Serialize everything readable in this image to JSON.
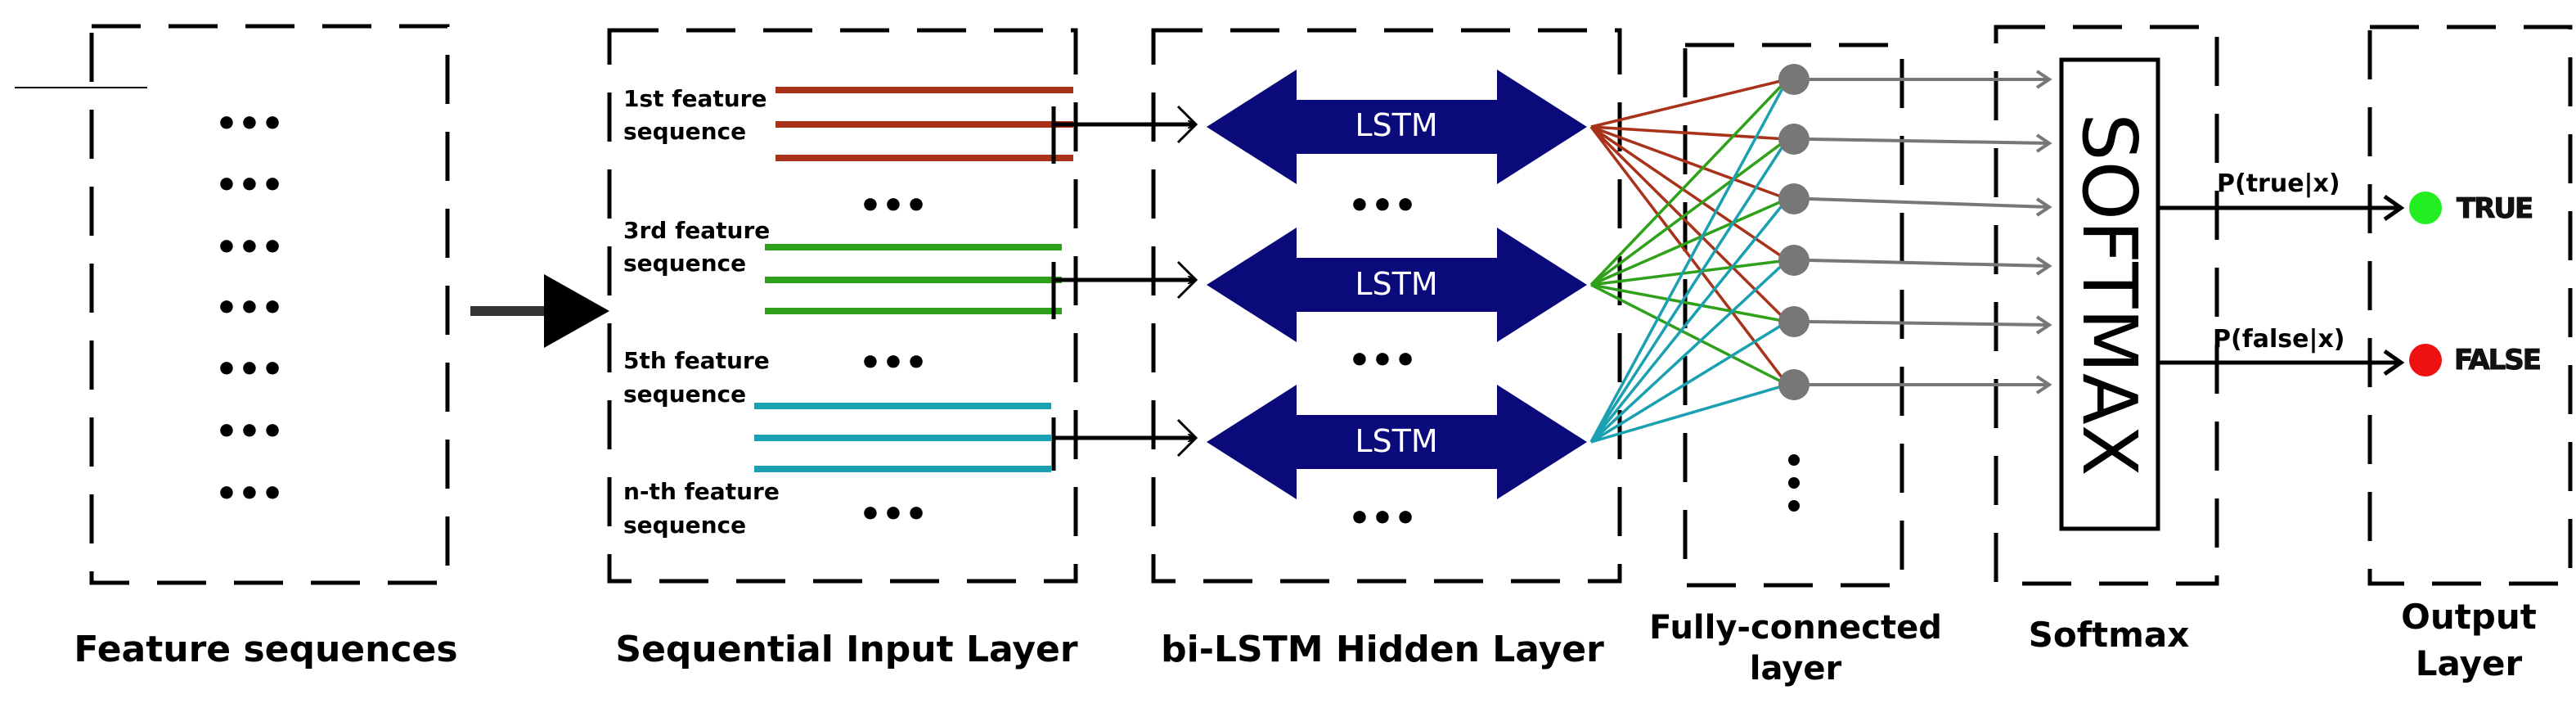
{
  "sections": {
    "feature_sequences": "Feature sequences",
    "sequential_input": "Sequential Input Layer",
    "bilstm": "bi-LSTM Hidden Layer",
    "fully_connected_line1": "Fully-connected",
    "fully_connected_line2": "layer",
    "softmax": "Softmax",
    "output_line1": "Output",
    "output_line2": "Layer"
  },
  "input_sequences": [
    {
      "line1": "1st feature",
      "line2": "sequence"
    },
    {
      "line1": "3rd feature",
      "line2": "sequence"
    },
    {
      "line1": "5th feature",
      "line2": "sequence"
    },
    {
      "line1": "n-th feature",
      "line2": "sequence"
    }
  ],
  "lstm_label": "LSTM",
  "softmax_box_label": "SOFTMAX",
  "probabilities": {
    "true": "P(true|x)",
    "false": "P(false|x)"
  },
  "outputs": {
    "true": "TRUE",
    "false": "FALSE"
  },
  "ellipsis": "•••",
  "colors": {
    "seq1": "#a8321a",
    "seq3": "#2ea01a",
    "seq5": "#1aa0b0",
    "feature_line": "#c8501e",
    "lstm": "#0a0a7a",
    "node": "#777777",
    "true_dot": "#22ee22",
    "false_dot": "#ee1111"
  }
}
